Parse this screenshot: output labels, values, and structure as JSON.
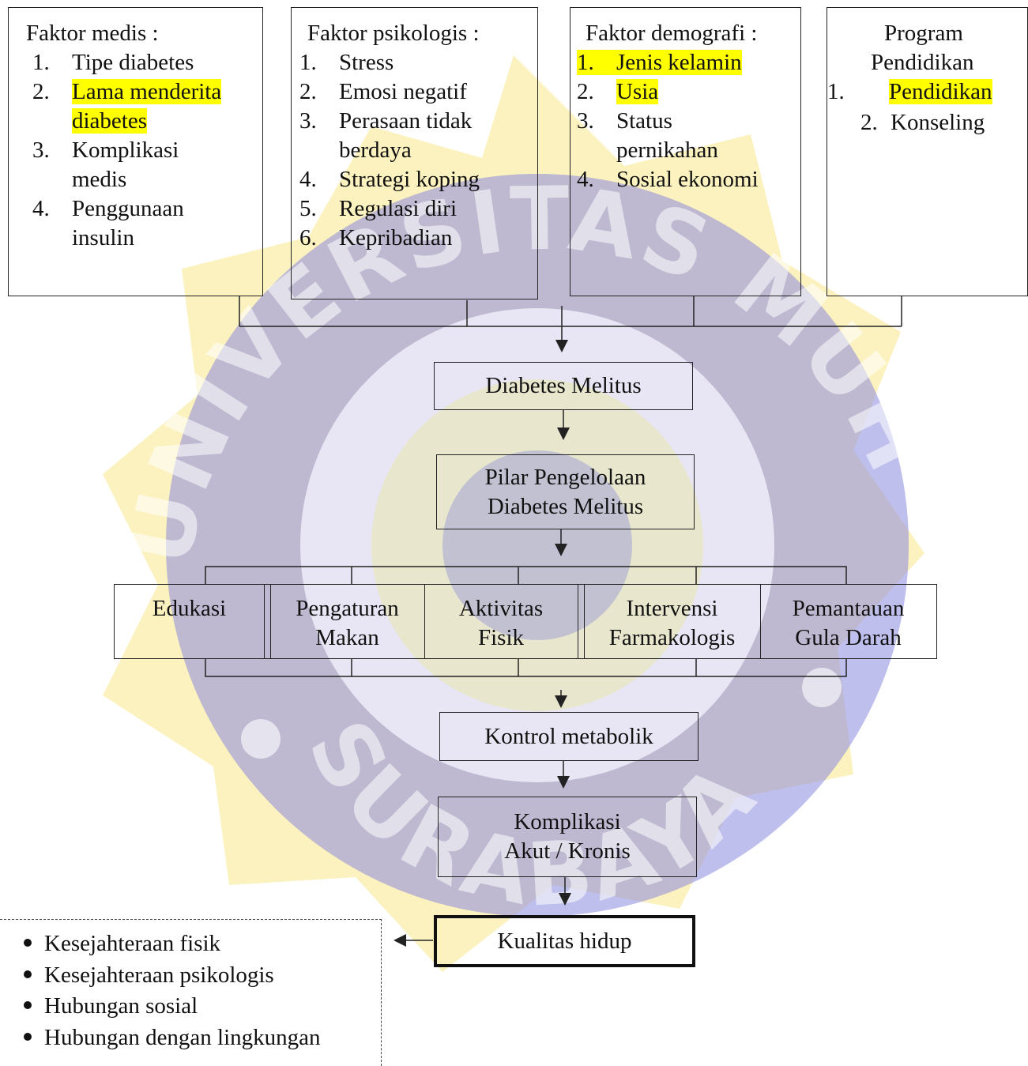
{
  "factors": {
    "medis": {
      "title": "Faktor medis :",
      "items": [
        {
          "n": "1.",
          "lines": [
            "Tipe diabetes"
          ]
        },
        {
          "n": "2.",
          "lines": [
            "Lama menderita",
            "diabetes"
          ]
        },
        {
          "n": "3.",
          "lines": [
            "Komplikasi",
            "medis"
          ]
        },
        {
          "n": "4.",
          "lines": [
            "Penggunaan",
            "insulin"
          ]
        }
      ]
    },
    "psikologis": {
      "title": "Faktor psikologis :",
      "items": [
        {
          "n": "1.",
          "lines": [
            "Stress"
          ]
        },
        {
          "n": "2.",
          "lines": [
            "Emosi negatif"
          ]
        },
        {
          "n": "3.",
          "lines": [
            "Perasaan tidak",
            "berdaya"
          ]
        },
        {
          "n": "4.",
          "lines": [
            "Strategi koping"
          ]
        },
        {
          "n": "5.",
          "lines": [
            "Regulasi diri"
          ]
        },
        {
          "n": "6.",
          "lines": [
            "Kepribadian"
          ]
        }
      ]
    },
    "demografi": {
      "title": "Faktor demografi :",
      "items": [
        {
          "n": "1.",
          "lines": [
            "Jenis kelamin"
          ]
        },
        {
          "n": "2.",
          "lines": [
            "Usia"
          ]
        },
        {
          "n": "3.",
          "lines": [
            "Status",
            "pernikahan"
          ]
        },
        {
          "n": "4.",
          "lines": [
            "Sosial ekonomi"
          ]
        }
      ]
    },
    "program": {
      "title_lines": [
        "Program",
        "Pendidikan"
      ],
      "items": [
        {
          "n": "1.",
          "lines": [
            "Pendidikan"
          ]
        },
        {
          "n": "2.",
          "lines": [
            "Konseling"
          ]
        }
      ]
    }
  },
  "flow": {
    "dm": "Diabetes Melitus",
    "pilar": [
      "Pilar Pengelolaan",
      "Diabetes Melitus"
    ],
    "pillars": [
      [
        "Edukasi"
      ],
      [
        "Pengaturan",
        "Makan"
      ],
      [
        "Aktivitas",
        "Fisik"
      ],
      [
        "Intervensi",
        "Farmakologis"
      ],
      [
        "Pemantauan",
        "Gula Darah"
      ]
    ],
    "kontrol": "Kontrol metabolik",
    "komplikasi": [
      "Komplikasi",
      "Akut / Kronis"
    ],
    "kualitas": "Kualitas hidup"
  },
  "outcomes": [
    "Kesejahteraan fisik",
    "Kesejahteraan psikologis",
    "Hubungan sosial",
    "Hubungan dengan lingkungan"
  ],
  "watermark": {
    "upper": "UNIVERSITAS MUHAMMADIYAH",
    "lower": "SURABAYA"
  },
  "colors": {
    "highlight": "#ffff00",
    "border": "#222222",
    "watermark_blue": "#6f6fd9",
    "watermark_yellow": "#f4e06a"
  }
}
